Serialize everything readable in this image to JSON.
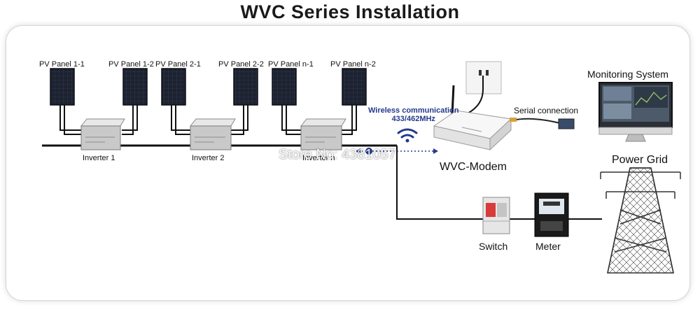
{
  "title": "WVC Series Installation",
  "panels": [
    {
      "label": "PV Panel 1-1"
    },
    {
      "label": "PV Panel 1-2"
    },
    {
      "label": "PV Panel 2-1"
    },
    {
      "label": "PV Panel 2-2"
    },
    {
      "label": "PV Panel n-1"
    },
    {
      "label": "PV Panel n-2"
    }
  ],
  "inverters": [
    {
      "label": "Inverter 1"
    },
    {
      "label": "Inverter 2"
    },
    {
      "label": "Inverter n"
    }
  ],
  "wireless": {
    "line1": "Wireless communication",
    "line2": "433/462MHz"
  },
  "modem": {
    "label": "WVC-Modem"
  },
  "serial": {
    "label": "Serial connection"
  },
  "monitoring": {
    "label": "Monitoring System"
  },
  "grid": {
    "label": "Power Grid"
  },
  "switch": {
    "label": "Switch"
  },
  "meter": {
    "label": "Meter"
  },
  "watermark": "Store No: 4381057",
  "colors": {
    "panel": "#1c2230",
    "cable": "#111111",
    "wireless": "#243a8c",
    "breaker_handle": "#d93a3a"
  }
}
